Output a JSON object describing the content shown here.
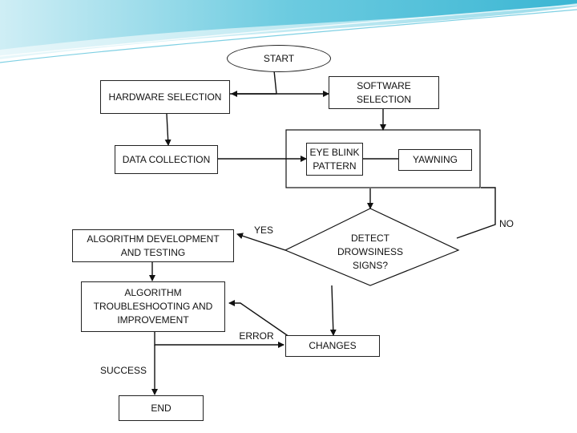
{
  "nodes": {
    "start": "START",
    "hardware_selection": "HARDWARE SELECTION",
    "software_selection": "SOFTWARE\nSELECTION",
    "data_collection": "DATA COLLECTION",
    "eye_blink_pattern": "EYE BLINK\nPATTERN",
    "yawning": "YAWNING",
    "detect_drowsiness": "DETECT\nDROWSINESS\nSIGNS?",
    "algorithm_development": "ALGORITHM DEVELOPMENT\nAND TESTING",
    "algorithm_troubleshooting": "ALGORITHM\nTROUBLESHOOTING AND\nIMPROVEMENT",
    "changes": "CHANGES",
    "end": "END"
  },
  "edge_labels": {
    "yes": "YES",
    "no": "NO",
    "error": "ERROR",
    "success": "SUCCESS"
  }
}
